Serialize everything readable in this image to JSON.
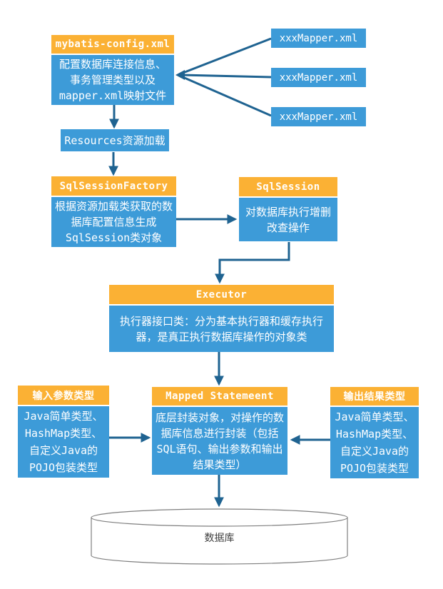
{
  "colors": {
    "header_orange": "#FBB134",
    "body_blue": "#3D9BD8",
    "arrow_blue": "#1F6391",
    "cylinder_border": "#7F7F7F",
    "cylinder_text": "#404040"
  },
  "nodes": {
    "config": {
      "title": "mybatis-config.xml",
      "body": "配置数据库连接信息、事务管理类型以及mapper.xml映射文件"
    },
    "mappers": [
      {
        "label": "xxxMapper.xml"
      },
      {
        "label": "xxxMapper.xml"
      },
      {
        "label": "xxxMapper.xml"
      }
    ],
    "resources": {
      "label": "Resources资源加载"
    },
    "factory": {
      "title": "SqlSessionFactory",
      "body": "根据资源加载类获取的数据库配置信息生成SqlSession类对象"
    },
    "session": {
      "title": "SqlSession",
      "body": "对数据库执行增删改查操作"
    },
    "executor": {
      "title": "Executor",
      "body": "执行器接口类：分为基本执行器和缓存执行器，是真正执行数据库操作的对象类"
    },
    "input": {
      "title": "输入参数类型",
      "body": "Java简单类型、HashMap类型、自定义Java的POJO包装类型"
    },
    "mapped": {
      "title": "Mapped Statemeent",
      "body": "底层封装对象，对操作的数据库信息进行封装（包括SQL语句、输出参数和输出结果类型）"
    },
    "output": {
      "title": "输出结果类型",
      "body": "Java简单类型、HashMap类型、自定义Java的POJO包装类型"
    },
    "database": {
      "label": "数据库"
    }
  }
}
